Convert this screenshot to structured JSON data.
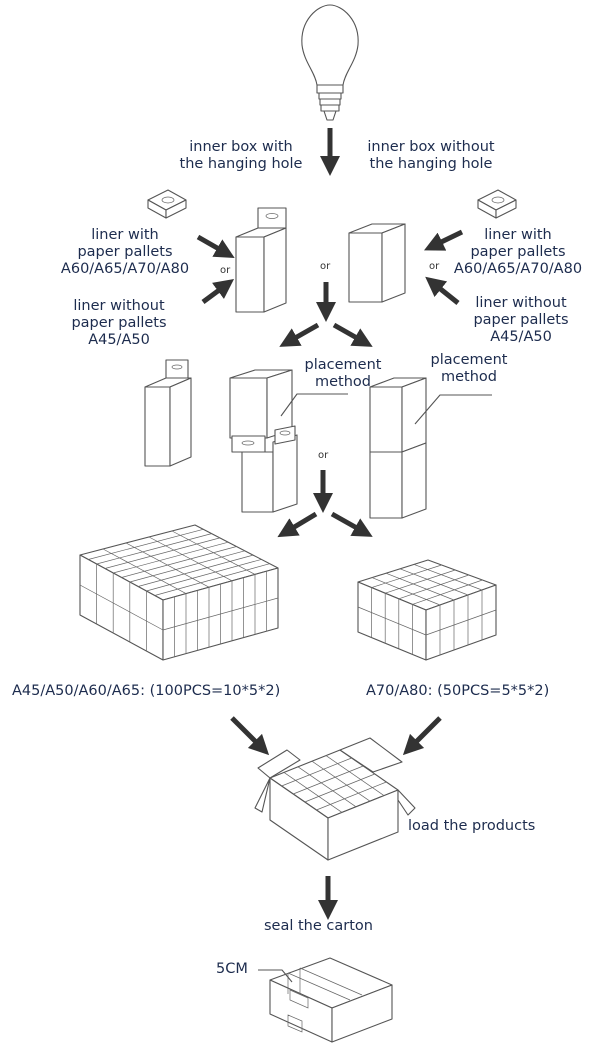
{
  "labels": {
    "inner_box_with_1": "inner box with",
    "inner_box_with_2": "the hanging hole",
    "inner_box_without_1": "inner box without",
    "inner_box_without_2": "the hanging hole",
    "liner_with_1": "liner with",
    "liner_with_2": "paper pallets",
    "liner_with_3": "A60/A65/A70/A80",
    "liner_without_1": "liner without",
    "liner_without_2": "paper pallets",
    "liner_without_3": "A45/A50",
    "or": "or",
    "placement_1": "placement",
    "placement_2": "method",
    "pack_left": "A45/A50/A60/A65: (100PCS=10*5*2)",
    "pack_right": "A70/A80:   (50PCS=5*5*2)",
    "load": "load the products",
    "seal": "seal the carton",
    "tape": "5CM"
  },
  "icons": [
    "light-bulb-icon",
    "liner-pallet-icon",
    "hanging-box-icon",
    "plain-box-icon",
    "carton-icon",
    "arrow-icon"
  ]
}
